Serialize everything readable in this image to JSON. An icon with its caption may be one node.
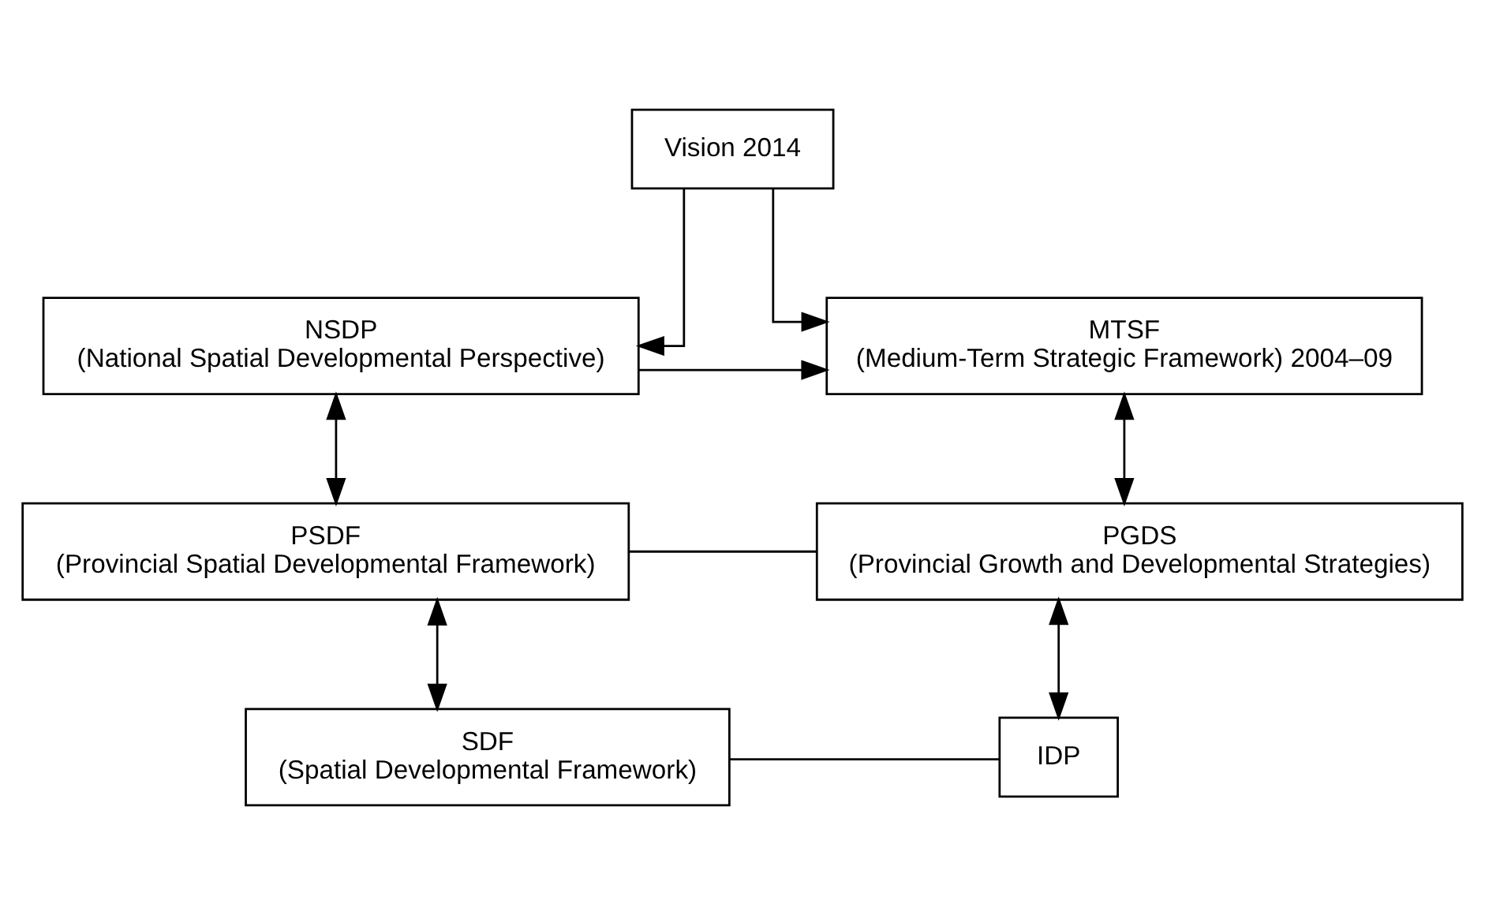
{
  "diagram": {
    "nodes": [
      {
        "text": [
          "Vision 2014"
        ]
      },
      {
        "text": [
          "NSDP",
          "(National Spatial Developmental Perspective)"
        ]
      },
      {
        "text": [
          "MTSF",
          "(Medium-Term Strategic Framework) 2004–09"
        ]
      },
      {
        "text": [
          "PSDF",
          "(Provincial Spatial Developmental Framework)"
        ]
      },
      {
        "text": [
          "PGDS",
          "(Provincial Growth and Developmental Strategies)"
        ]
      },
      {
        "text": [
          "SDF",
          "(Spatial Developmental Framework)"
        ]
      },
      {
        "text": [
          "IDP"
        ]
      }
    ],
    "edges": [
      {
        "from": 0,
        "to": 1,
        "arrow": "to"
      },
      {
        "from": 0,
        "to": 2,
        "arrow": "to"
      },
      {
        "from": 1,
        "to": 2,
        "arrow": "to"
      },
      {
        "from": 1,
        "to": 3,
        "arrow": "both"
      },
      {
        "from": 2,
        "to": 4,
        "arrow": "both"
      },
      {
        "from": 3,
        "to": 4,
        "arrow": "none"
      },
      {
        "from": 3,
        "to": 5,
        "arrow": "both"
      },
      {
        "from": 5,
        "to": 6,
        "arrow": "none"
      },
      {
        "from": 6,
        "to": 4,
        "arrow": "both"
      }
    ]
  }
}
